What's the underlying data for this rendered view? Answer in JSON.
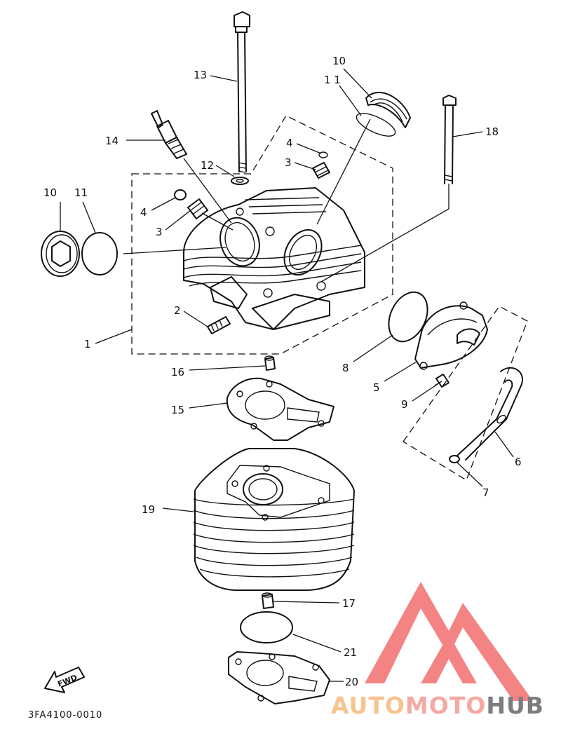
{
  "diagram": {
    "callouts": [
      {
        "id": "c13",
        "text": "13"
      },
      {
        "id": "c10a",
        "text": "10"
      },
      {
        "id": "c11a",
        "text": "1 1"
      },
      {
        "id": "c14",
        "text": "14"
      },
      {
        "id": "c18",
        "text": "18"
      },
      {
        "id": "c4a",
        "text": "4"
      },
      {
        "id": "c3a",
        "text": "3"
      },
      {
        "id": "c12",
        "text": "12"
      },
      {
        "id": "c10b",
        "text": "10"
      },
      {
        "id": "c11b",
        "text": "11"
      },
      {
        "id": "c4b",
        "text": "4"
      },
      {
        "id": "c3b",
        "text": "3"
      },
      {
        "id": "c2",
        "text": "2"
      },
      {
        "id": "c1",
        "text": "1"
      },
      {
        "id": "c8",
        "text": "8"
      },
      {
        "id": "c5",
        "text": "5"
      },
      {
        "id": "c9",
        "text": "9"
      },
      {
        "id": "c16",
        "text": "16"
      },
      {
        "id": "c15",
        "text": "15"
      },
      {
        "id": "c6",
        "text": "6"
      },
      {
        "id": "c7",
        "text": "7"
      },
      {
        "id": "c19",
        "text": "19"
      },
      {
        "id": "c17",
        "text": "17"
      },
      {
        "id": "c21",
        "text": "21"
      },
      {
        "id": "c20",
        "text": "20"
      }
    ],
    "fwd_label": "FWD",
    "diagram_code": "3FA4100-0010"
  },
  "watermark": {
    "part1": "AUTO",
    "part2": "MOTO",
    "part3": "HUB",
    "colors": {
      "part1": "#f6c48f",
      "part2": "#f4a9a3",
      "part3": "#7d7d7d",
      "logo": "#f26d6d"
    }
  }
}
